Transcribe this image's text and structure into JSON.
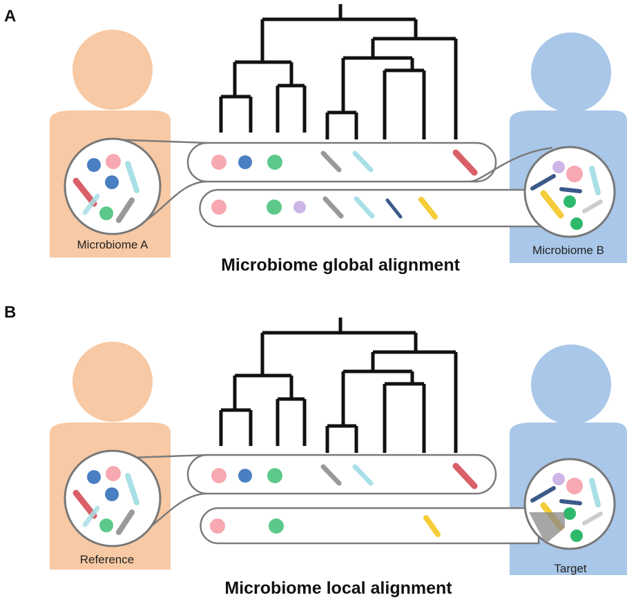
{
  "panels": [
    {
      "letter": "A",
      "title": "Microbiome global alignment",
      "left_label": "Microbiome A",
      "right_label": "Microbiome B"
    },
    {
      "letter": "B",
      "title": "Microbiome local alignment",
      "left_label": "Reference",
      "right_label": "Target"
    }
  ],
  "colors": {
    "person_left": "#f7c9a4",
    "person_right": "#a9c7e8",
    "pink": "#f7a8b0",
    "blue": "#4a7fc1",
    "green": "#5cc98a",
    "lavender": "#cdb6e6",
    "gray": "#999999",
    "cyan": "#a8e0e6",
    "red": "#d96068",
    "navy": "#3b5a8a",
    "yellow": "#f5cc3a",
    "darkgreen": "#2eb86b",
    "lightgray": "#cccccc",
    "tree": "#111111",
    "outline": "#7a7a7a"
  }
}
